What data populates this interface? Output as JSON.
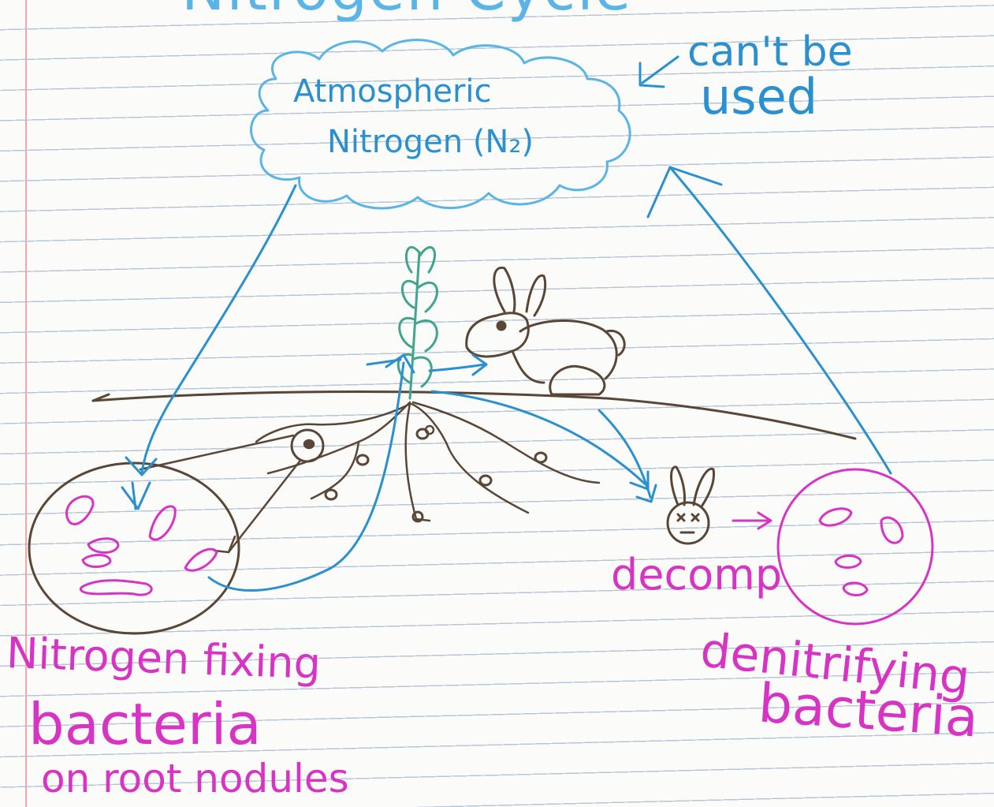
{
  "title": "Nitrogen Cycle",
  "atmosphere": {
    "line1": "Atmospheric",
    "line2": "Nitrogen (N₂)"
  },
  "note": {
    "line1": "can't be",
    "line2": "used"
  },
  "decomp_label": "decomp",
  "nitrogen_fixing": {
    "line1": "Nitrogen fixing",
    "line2": "bacteria",
    "line3": "on root nodules"
  },
  "denitrifying": {
    "line1": "denitrifying",
    "line2": "bacteria"
  },
  "colors": {
    "blue_ink": "#2a90cf",
    "light_blue_ink": "#5ab5e6",
    "pink_ink": "#d733c4",
    "brown_ink": "#5a4636",
    "green_ink": "#3fa58c",
    "paper": "#fbfbf9",
    "rule_line": "#b7c6d6",
    "margin_line": "#f0a7ac"
  },
  "icons": [
    "cloud-icon",
    "plant-icon",
    "rabbit-icon",
    "dead-rabbit-icon",
    "bacteria-icon",
    "root-nodule-icon"
  ]
}
